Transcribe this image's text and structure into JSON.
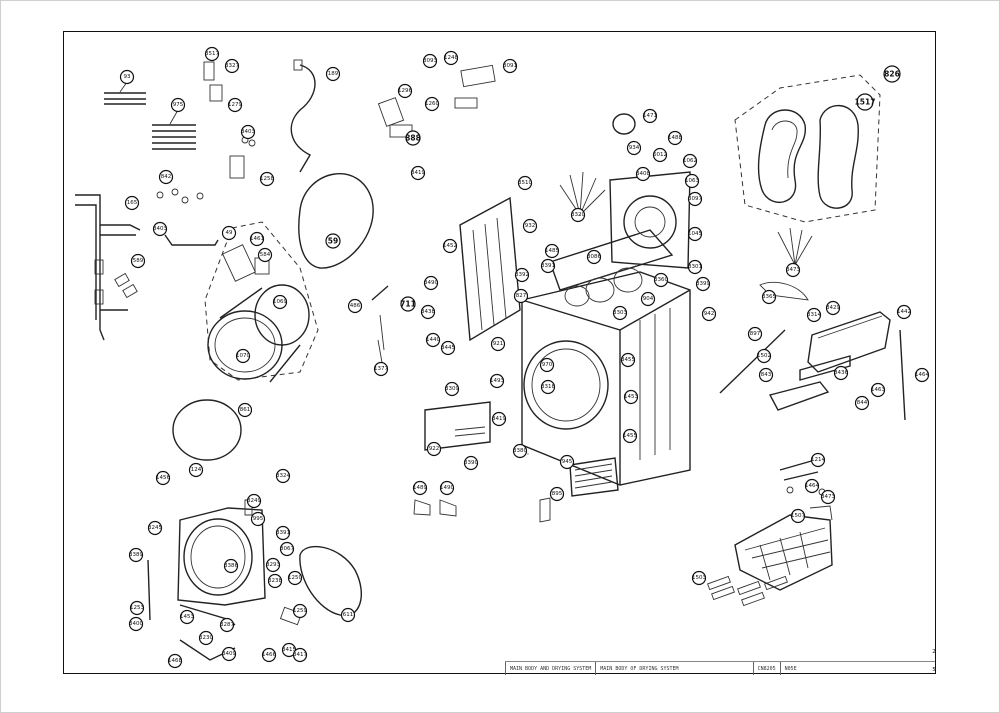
{
  "title_block": {
    "desc_1": "MAIN BODY AND DRYING SYSTEM",
    "desc_2": "MAIN BODY OF DRYING SYSTEM",
    "code_1": "CN8205",
    "code_2": "N05E",
    "sheet_top": "2",
    "sheet_bottom": "5"
  },
  "callouts": {
    "c93": "93",
    "c975": "975",
    "c3517": "3517",
    "c3327": "3327",
    "c1279": "1279",
    "c3403": "3403",
    "c1258": "1258",
    "c842": "842",
    "c165": "165",
    "c3403b": "3403",
    "c589": "589",
    "c49": "49",
    "c1461": "1461",
    "c584": "584",
    "c1069": "1069",
    "c1070": "1070",
    "c189": "189",
    "c59": "59",
    "c486": "486",
    "c711": "711",
    "c861": "861",
    "c1377": "1377",
    "c3093": "3093",
    "c1248": "1248",
    "c1260": "1260",
    "c3091": "3091",
    "c888": "888",
    "c3419": "3419",
    "c1296": "1296",
    "c3510": "3510",
    "c3320": "3320",
    "c932": "932",
    "c1452": "1452",
    "c3402": "3402",
    "c1485": "1485",
    "c3391": "3391",
    "c3392": "3392",
    "c827": "827",
    "c3490": "3490",
    "c3438": "3438",
    "c1440": "1440",
    "c3445": "3445",
    "c921": "921",
    "c1471": "1471",
    "c1488": "1488",
    "c934": "934",
    "c6012": "6012",
    "c1062": "1062",
    "c3408": "3408",
    "c1063": "1063",
    "c3097": "3097",
    "c1045": "1045",
    "c3401": "3401",
    "c3086": "3086",
    "c3301": "3301",
    "c3360": "3360",
    "c904": "904",
    "c3399": "3399",
    "c3303": "3303",
    "c942": "942",
    "c970": "970",
    "c3318": "3318",
    "c1493": "1493",
    "c3309": "3309",
    "c3419b": "3419",
    "c3455": "3455",
    "c1453": "1453",
    "c1455": "1455",
    "c922": "922",
    "c3380": "3380",
    "c3390": "3390",
    "c3388": "3388",
    "c945": "945",
    "c1489": "1489",
    "c1490": "1490",
    "c895": "895",
    "c826": "826",
    "c1517": "1517",
    "c3473": "3473",
    "c3365": "3365",
    "c3314": "3314",
    "c3429": "3429",
    "c1442": "1442",
    "c897": "897",
    "c1502": "1502",
    "c1464": "1464",
    "c843": "843",
    "c3436": "3436",
    "c1463": "1463",
    "c844": "844",
    "c1214": "1214",
    "c1464b": "1464",
    "c3473b": "3473",
    "c1507": "1507",
    "c1503": "1503",
    "c124": "124",
    "c1456": "1456",
    "c3324": "3324",
    "c3249": "3249",
    "c3245": "3245",
    "c995": "995",
    "c3391b": "3391",
    "c3067": "3067",
    "c3389": "3389",
    "c3386": "3386",
    "c3293": "3293",
    "c1250": "1250",
    "c3238": "3238",
    "c1253": "1253",
    "c3287": "3287",
    "c1259": "1259",
    "c611": "611",
    "c3400": "3400",
    "c3230": "3230",
    "c3409": "3409",
    "c1466": "1466",
    "c3415": "3415",
    "c1468": "1468",
    "c3417": "3417"
  }
}
